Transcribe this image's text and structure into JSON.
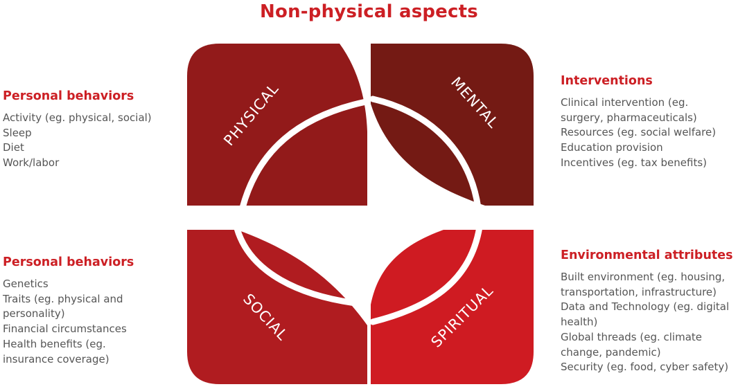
{
  "title": "Non-physical aspects",
  "quadrants": {
    "physical": {
      "label": "PHYSICAL",
      "color": "#921a1a"
    },
    "mental": {
      "label": "MENTAL",
      "color": "#741a14"
    },
    "social": {
      "label": "SOCIAL",
      "color": "#b01c20"
    },
    "spiritual": {
      "label": "SPIRITUAL",
      "color": "#cf1b22"
    }
  },
  "panels": {
    "top_left": {
      "heading": "Personal behaviors",
      "items": [
        "Activity (eg. physical, social)",
        "Sleep",
        "Diet",
        "Work/labor"
      ]
    },
    "bottom_left": {
      "heading": "Personal behaviors",
      "items": [
        "Genetics",
        "Traits (eg. physical and",
        "personality)",
        "Financial circumstances",
        "Health benefits (eg.",
        "insurance coverage)"
      ]
    },
    "top_right": {
      "heading": "Interventions",
      "items": [
        "Clinical intervention (eg.",
        "surgery, pharmaceuticals)",
        "Resources (eg. social welfare)",
        "Education provision",
        "Incentives (eg. tax benefits)"
      ]
    },
    "bottom_right": {
      "heading": "Environmental attributes",
      "items": [
        "Built environment (eg. housing,",
        "transportation, infrastructure)",
        "Data and Technology (eg. digital",
        "health)",
        "Global threads (eg. climate",
        "change, pandemic)",
        "Security (eg. food, cyber safety)"
      ]
    }
  }
}
